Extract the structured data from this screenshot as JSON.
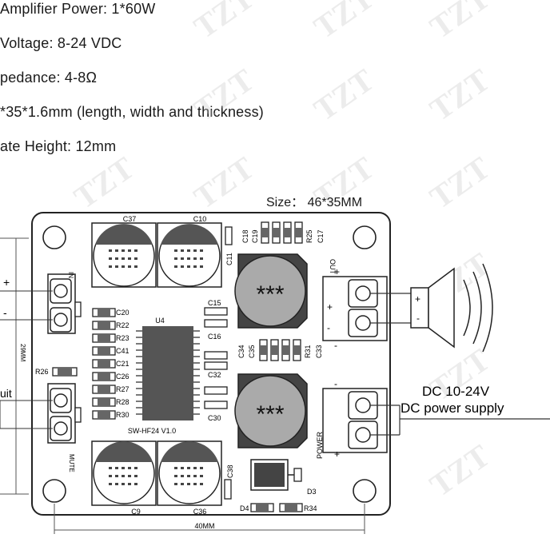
{
  "specs": [
    "Amplifier Power: 1*60W",
    "Voltage: 8-24 VDC",
    "pedance: 4-8Ω",
    "*35*1.6mm (length, width and thickness)",
    "ate Height: 12mm"
  ],
  "watermark": "TZT",
  "size_label": "Size： 46*35MM",
  "board": {
    "cap_top": [
      "C37",
      "C10"
    ],
    "cap_bottom": [
      "C9",
      "C36"
    ],
    "chip": "U4",
    "board_name": "SW-HF24 V1.0",
    "inductor_mark": "***",
    "left_resistors": [
      "C20",
      "R22",
      "R23",
      "C41",
      "C21",
      "C26",
      "R27",
      "R28",
      "R30"
    ],
    "mid_parts": [
      "C15",
      "C16",
      "C32",
      "C30"
    ],
    "top_row": [
      "C18",
      "C19",
      "R25",
      "C17"
    ],
    "c11": "C11",
    "mid_row": [
      "C34",
      "C35",
      "R31",
      "C33"
    ],
    "r26": "R26",
    "c38": "C38",
    "d3": "D3",
    "d4": "D4",
    "r34": "R34",
    "in_label": "IN",
    "out_label": "OUT",
    "power_label": "POWER",
    "mute_label": "MUTE",
    "plus": "+",
    "minus": "-"
  },
  "left_labels": {
    "plus": "+",
    "minus": "-",
    "uit": "uit"
  },
  "dim_h": "40MM",
  "dim_v": "29MM",
  "dc_line1": "DC 10-24V",
  "dc_line2": "DC power supply",
  "speaker_plus": "+",
  "speaker_minus": "-"
}
